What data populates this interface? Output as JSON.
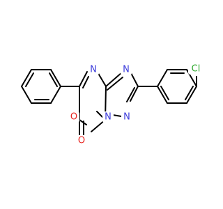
{
  "molecule": {
    "atoms": [
      {
        "id": "N1",
        "label": "N",
        "color": "#3b3bdb"
      },
      {
        "id": "N2",
        "label": "N",
        "color": "#3b3bdb"
      },
      {
        "id": "N3",
        "label": "N",
        "color": "#3b3bdb"
      },
      {
        "id": "N4",
        "label": "N",
        "color": "#3b3bdb"
      },
      {
        "id": "O1",
        "label": "O",
        "color": "#e8231f"
      },
      {
        "id": "O2",
        "label": "O",
        "color": "#e8231f"
      },
      {
        "id": "Cl",
        "label": "Cl",
        "color": "#2ea82e"
      }
    ]
  }
}
